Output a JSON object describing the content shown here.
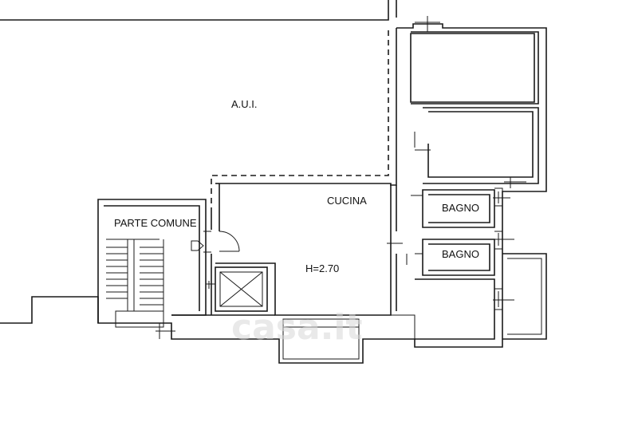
{
  "rooms": {
    "aui": "A.U.I.",
    "parte_comune": "PARTE COMUNE",
    "cucina": "CUCINA",
    "height": "H=2.70",
    "bagno_1": "BAGNO",
    "bagno_2": "BAGNO"
  },
  "watermark": "casa.it",
  "colors": {
    "line": "#1a1a1a",
    "background": "#ffffff",
    "watermark": "#d8d8d8"
  }
}
